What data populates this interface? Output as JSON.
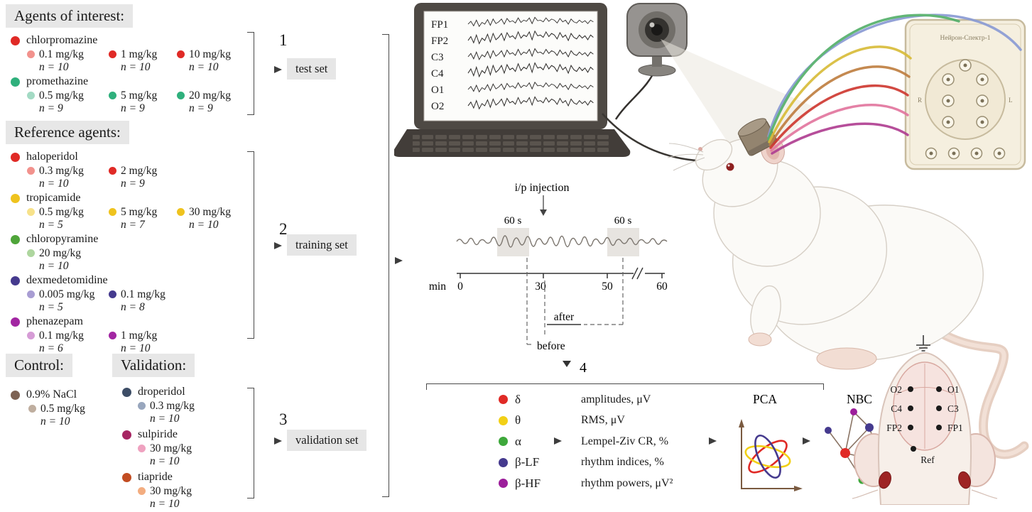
{
  "aoi": {
    "title": "Agents of interest:",
    "items": [
      {
        "name": "chlorpromazine",
        "color": "#e02a26",
        "doses": [
          {
            "label": "0.1 mg/kg",
            "n": "n = 10",
            "color": "#f2928d"
          },
          {
            "label": "1 mg/kg",
            "n": "n = 10",
            "color": "#e02a26"
          },
          {
            "label": "10 mg/kg",
            "n": "n = 10",
            "color": "#e02a26"
          }
        ]
      },
      {
        "name": "promethazine",
        "color": "#2fb07c",
        "doses": [
          {
            "label": "0.5 mg/kg",
            "n": "n = 9",
            "color": "#a3dac4"
          },
          {
            "label": "5 mg/kg",
            "n": "n = 9",
            "color": "#2fb07c"
          },
          {
            "label": "20 mg/kg",
            "n": "n = 9",
            "color": "#2fb07c"
          }
        ]
      }
    ]
  },
  "ref": {
    "title": "Reference agents:",
    "items": [
      {
        "name": "haloperidol",
        "color": "#e02a26",
        "doses": [
          {
            "label": "0.3 mg/kg",
            "n": "n = 10",
            "color": "#f2928d"
          },
          {
            "label": "2 mg/kg",
            "n": "n = 9",
            "color": "#e02a26"
          }
        ]
      },
      {
        "name": "tropicamide",
        "color": "#efc31e",
        "doses": [
          {
            "label": "0.5 mg/kg",
            "n": "n = 5",
            "color": "#f7e28a"
          },
          {
            "label": "5 mg/kg",
            "n": "n = 7",
            "color": "#efc31e"
          },
          {
            "label": "30 mg/kg",
            "n": "n = 10",
            "color": "#efc31e"
          }
        ]
      },
      {
        "name": "chloropyramine",
        "color": "#4fa53a",
        "doses": [
          {
            "label": "20 mg/kg",
            "n": "n = 10",
            "color": "#aed69f"
          }
        ]
      },
      {
        "name": "dexmedetomidine",
        "color": "#453a8e",
        "doses": [
          {
            "label": "0.005 mg/kg",
            "n": "n = 5",
            "color": "#a89dd3"
          },
          {
            "label": "0.1 mg/kg",
            "n": "n = 8",
            "color": "#453a8e"
          }
        ]
      },
      {
        "name": "phenazepam",
        "color": "#a226a2",
        "doses": [
          {
            "label": "0.1 mg/kg",
            "n": "n = 6",
            "color": "#d69cd6"
          },
          {
            "label": "1 mg/kg",
            "n": "n = 10",
            "color": "#a226a2"
          }
        ]
      }
    ]
  },
  "ctrl": {
    "title": "Control:",
    "items": [
      {
        "name": "0.9% NaCl",
        "color": "#7d6253",
        "doses": [
          {
            "label": "0.5 mg/kg",
            "n": "n = 10",
            "color": "#bfae9f"
          }
        ]
      }
    ]
  },
  "val": {
    "title": "Validation:",
    "items": [
      {
        "name": "droperidol",
        "color": "#3d4d66",
        "doses": [
          {
            "label": "0.3 mg/kg",
            "n": "n = 10",
            "color": "#98a6bd"
          }
        ]
      },
      {
        "name": "sulpiride",
        "color": "#a62562",
        "doses": [
          {
            "label": "30 mg/kg",
            "n": "n = 10",
            "color": "#efa2c0"
          }
        ]
      },
      {
        "name": "tiapride",
        "color": "#c24d22",
        "doses": [
          {
            "label": "30 mg/kg",
            "n": "n = 10",
            "color": "#f3ad80"
          }
        ]
      }
    ]
  },
  "sets": [
    {
      "num": "1",
      "label": "test set"
    },
    {
      "num": "2",
      "label": "training set"
    },
    {
      "num": "3",
      "label": "validation set"
    }
  ],
  "eeg": {
    "channels": [
      "FP1",
      "FP2",
      "C3",
      "C4",
      "O1",
      "O2"
    ]
  },
  "timeline": {
    "injection": "i/p injection",
    "windows": [
      "60 s",
      "60 s"
    ],
    "unit": "min",
    "ticks": [
      "0",
      "30",
      "50",
      "60"
    ],
    "after": "after",
    "before": "before",
    "step": "4"
  },
  "features": {
    "bands": [
      {
        "symbol": "δ",
        "color": "#e02a26"
      },
      {
        "symbol": "θ",
        "color": "#f2d016"
      },
      {
        "symbol": "α",
        "color": "#3ea83b"
      },
      {
        "symbol": "β-LF",
        "color": "#453a8e"
      },
      {
        "symbol": "β-HF",
        "color": "#9c1e9b"
      }
    ],
    "metrics": [
      "amplitudes, μV",
      "RMS, μV",
      "Lempel-Ziv CR, %",
      "rhythm indices, %",
      "rhythm powers, μV²"
    ],
    "pca": "PCA",
    "nbc": "NBC"
  },
  "device": {
    "name": "Нейрон-Спектр-1",
    "left": "R",
    "right": "L"
  },
  "headmap": {
    "left": [
      "O2",
      "C4",
      "FP2"
    ],
    "right": [
      "O1",
      "C3",
      "FP1"
    ],
    "ref": "Ref"
  }
}
